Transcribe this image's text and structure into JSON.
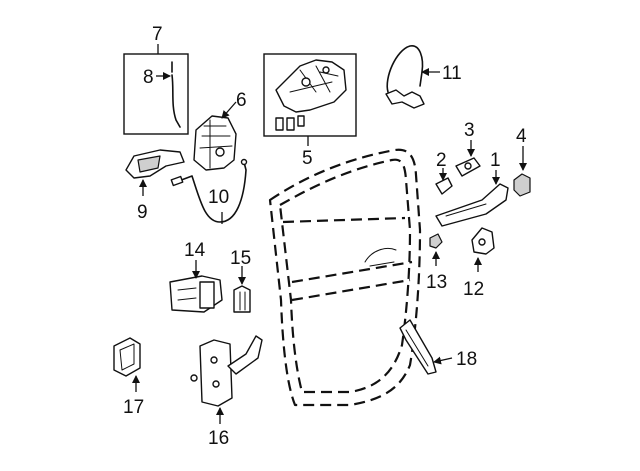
{
  "callouts": [
    "1",
    "2",
    "3",
    "4",
    "5",
    "6",
    "7",
    "8",
    "9",
    "10",
    "11",
    "12",
    "13",
    "14",
    "15",
    "16",
    "17",
    "18"
  ]
}
